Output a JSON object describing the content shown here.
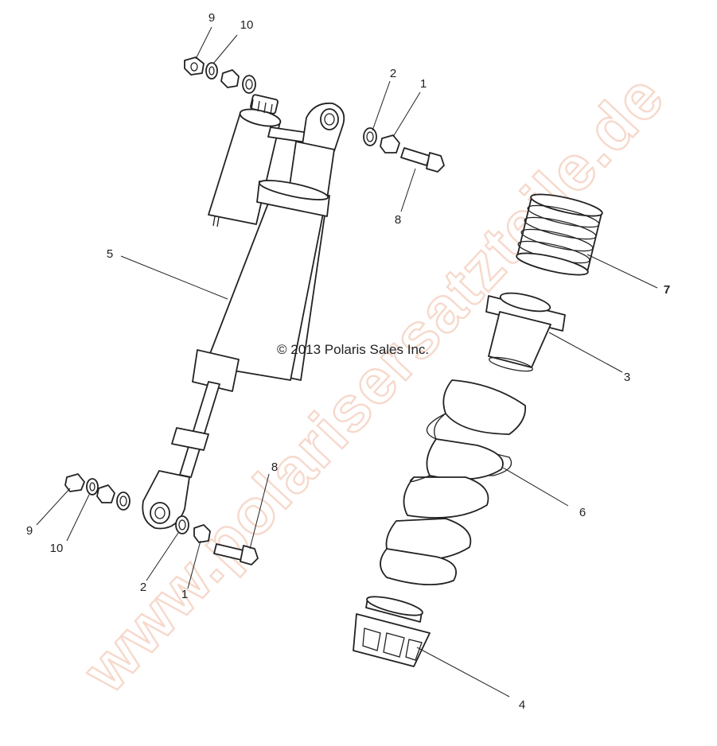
{
  "diagram": {
    "copyright": "© 2013 Polaris Sales Inc.",
    "watermark": "www.polarisersatzteile.de",
    "colors": {
      "line": "#222222",
      "watermark": "#f6d9cc",
      "background": "#ffffff"
    },
    "callouts": {
      "c9_top": "9",
      "c10_top": "10",
      "c2_top": "2",
      "c1_top": "1",
      "c8_top": "8",
      "c7": "7",
      "c5": "5",
      "c3": "3",
      "c6": "6",
      "c8_bottom": "8",
      "c9_bottom": "9",
      "c10_bottom": "10",
      "c2_bottom": "2",
      "c1_bottom": "1",
      "c4": "4"
    }
  }
}
